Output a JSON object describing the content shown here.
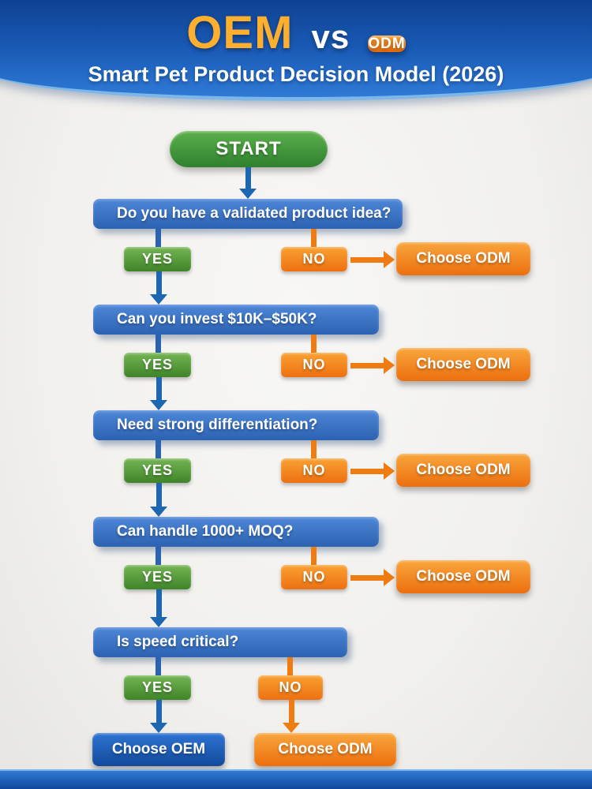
{
  "header": {
    "title_oem": "OEM",
    "title_vs": "vs",
    "title_odm": "ODM",
    "subtitle": "Smart Pet Product Decision Model (2026)"
  },
  "start": {
    "label": "START"
  },
  "questions": [
    {
      "text": "Do you have a validated product idea?",
      "yes_label": "YES",
      "no_label": "NO",
      "no_result": "Choose ODM"
    },
    {
      "text": "Can you invest $10K–$50K?",
      "yes_label": "YES",
      "no_label": "NO",
      "no_result": "Choose ODM"
    },
    {
      "text": "Need strong differentiation?",
      "yes_label": "YES",
      "no_label": "NO",
      "no_result": "Choose ODM"
    },
    {
      "text": "Can handle 1000+ MOQ?",
      "yes_label": "YES",
      "no_label": "NO",
      "no_result": "Choose ODM"
    },
    {
      "text": "Is speed critical?",
      "yes_label": "YES",
      "no_label": "NO"
    }
  ],
  "results": {
    "yes_final": "Choose OEM",
    "no_final": "Choose ODM"
  },
  "colors": {
    "header_blue": "#1a5cb8",
    "question_blue": "#2c62b2",
    "green": "#3f8429",
    "orange": "#ee7011",
    "oem_blue": "#12499c",
    "title_gold": "#ffaf2e"
  }
}
